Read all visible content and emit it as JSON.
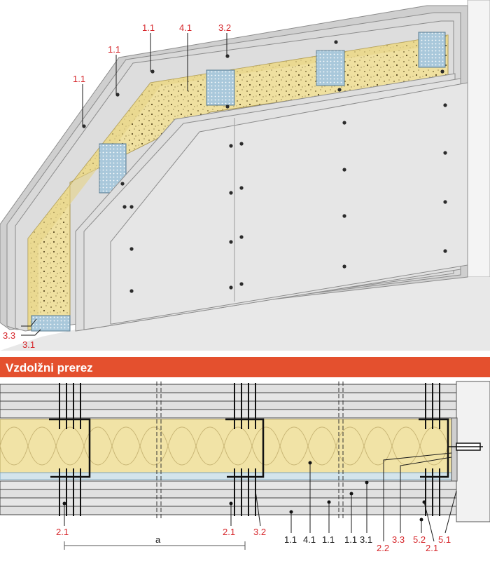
{
  "section_title": "Vzdolžni prerez",
  "dimension_label": "a",
  "colors": {
    "banner": "#e4502e",
    "board": "#dcdcdc",
    "board_edge": "#8c8c8c",
    "insulation": "#f1e3a6",
    "stud": "#8fb7cf",
    "label_red": "#d6262b",
    "label_dark": "#1a1a1a"
  },
  "iso_labels": [
    "1.1",
    "1.1",
    "1.1",
    "4.1",
    "3.2",
    "3.3",
    "3.1"
  ],
  "section_labels_red": [
    "2.1",
    "3.2",
    "2.1",
    "2.2",
    "3.3",
    "5.2",
    "2.1",
    "5.1"
  ],
  "section_labels_dark": [
    "1.1",
    "4.1",
    "1.1",
    "1.1",
    "3.1"
  ]
}
